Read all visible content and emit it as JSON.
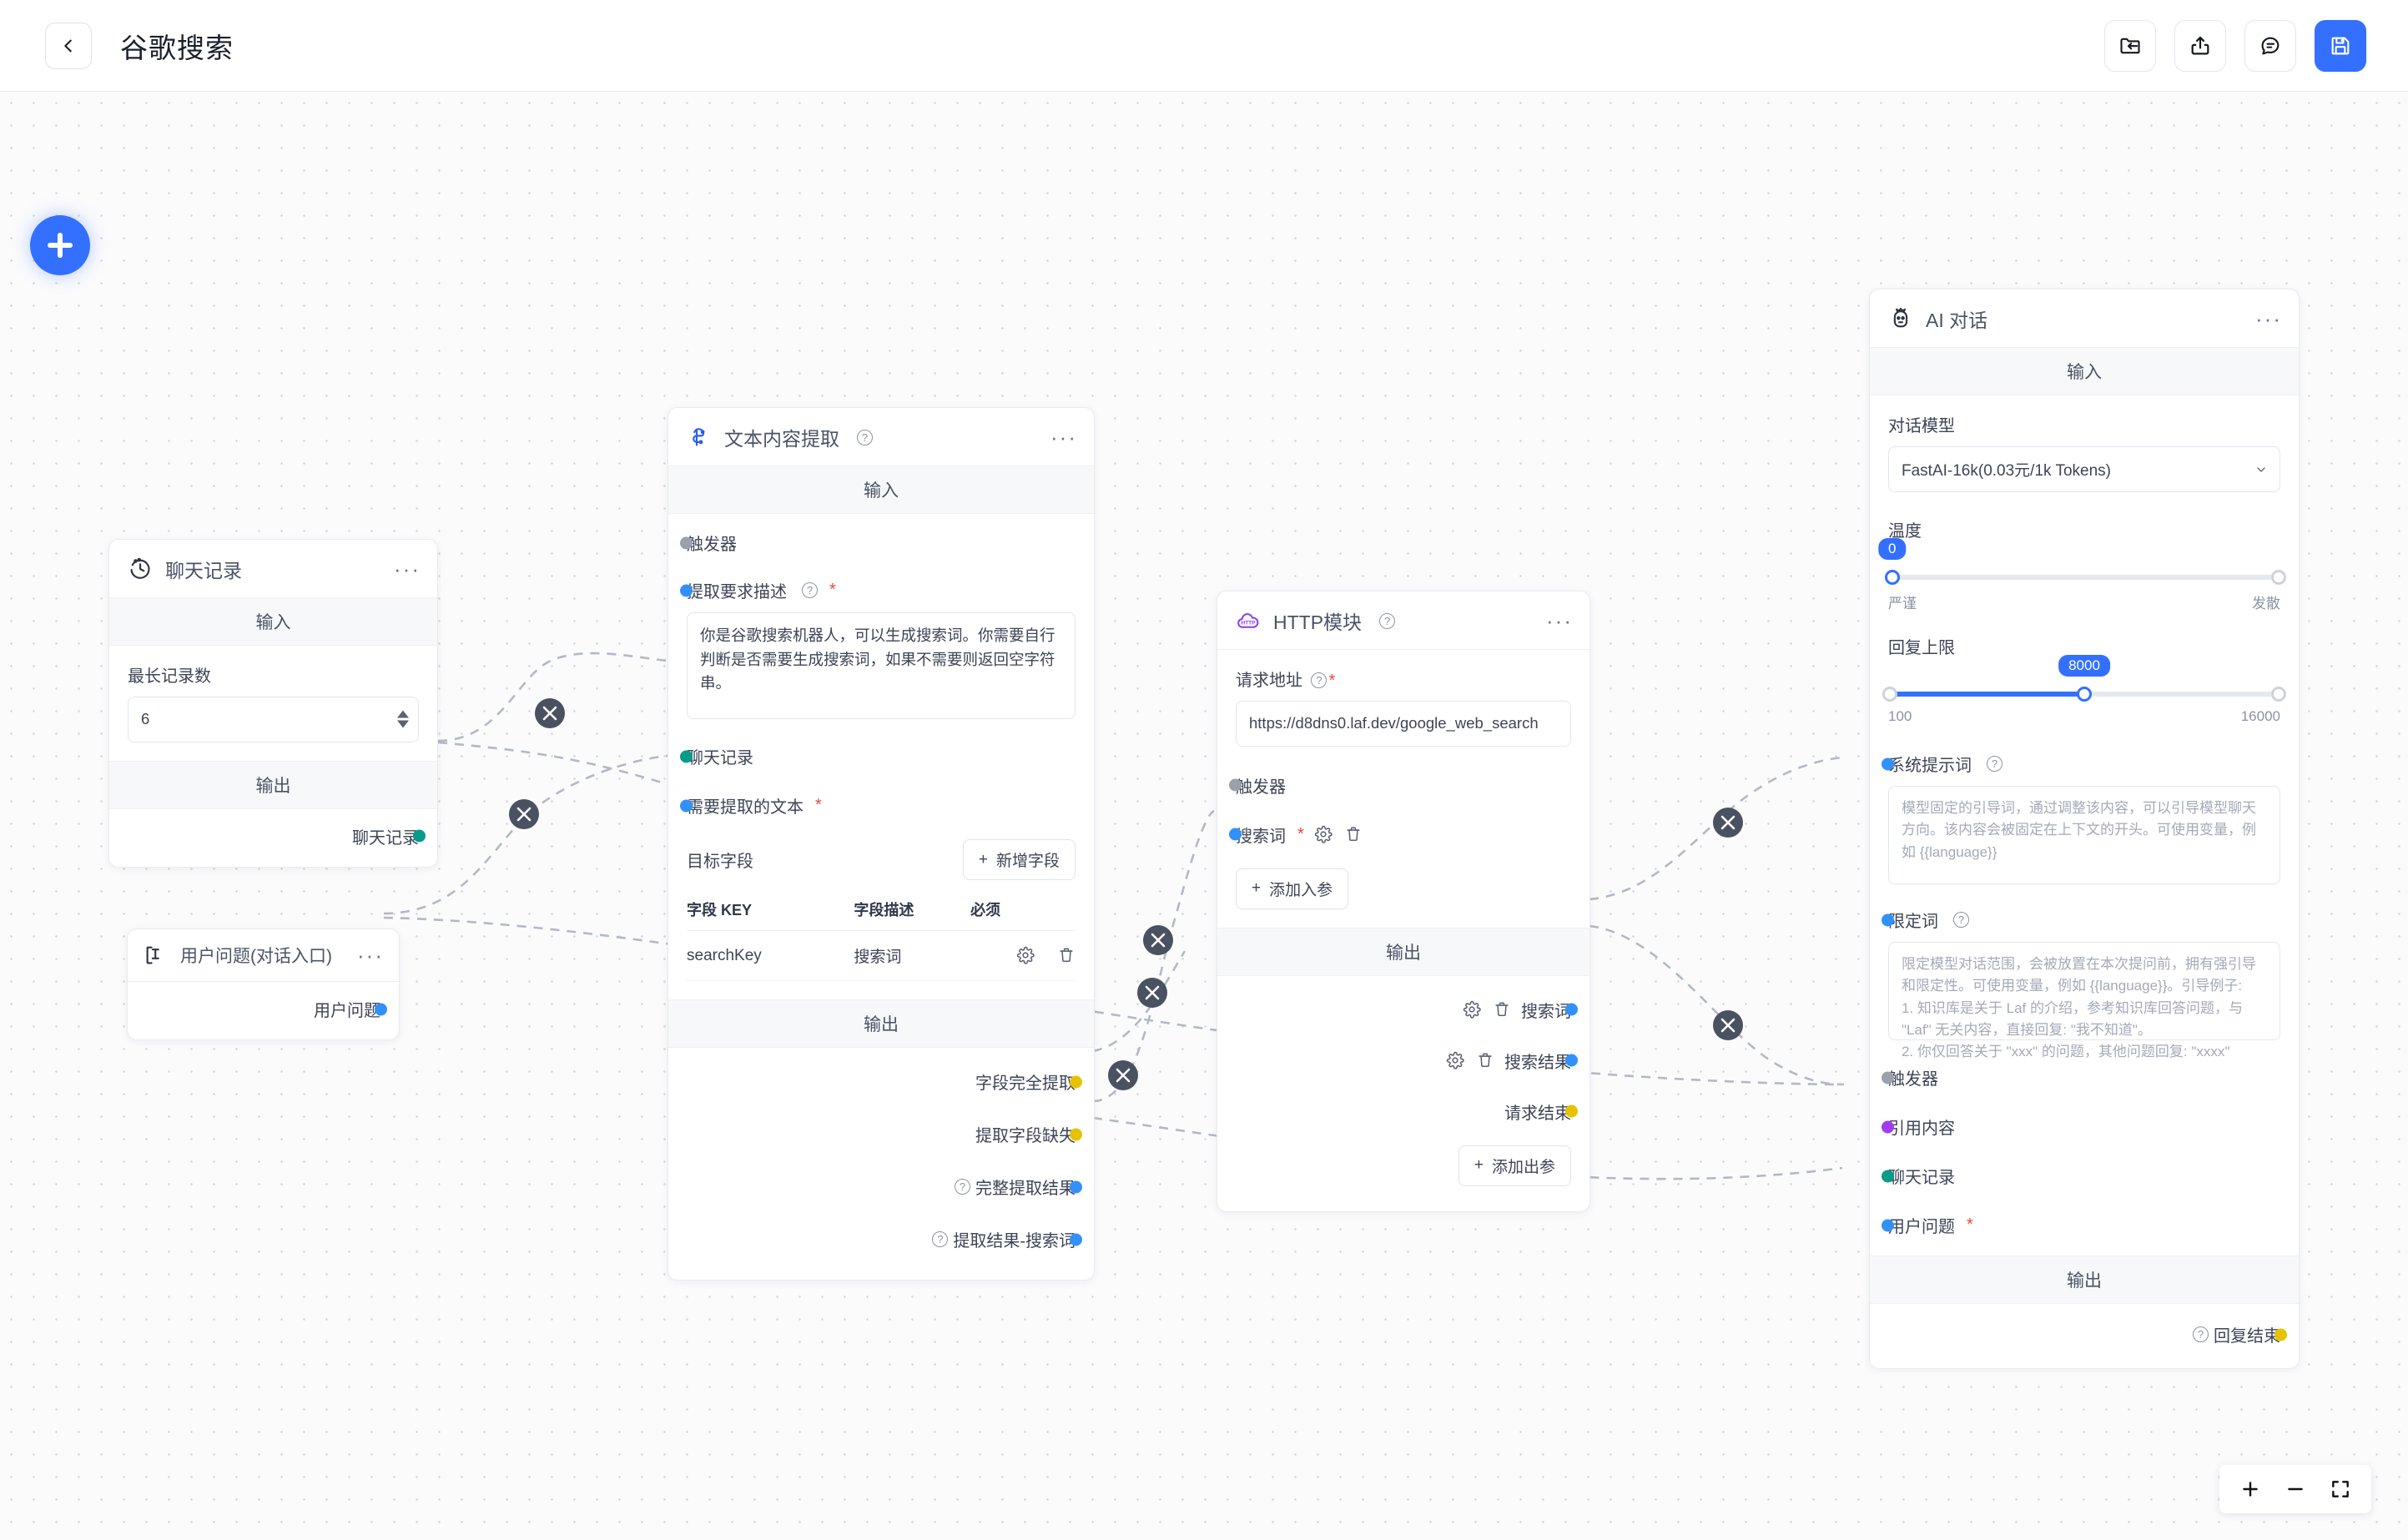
{
  "header": {
    "title": "谷歌搜索",
    "back_icon": "chevron-left-icon",
    "actions": [
      {
        "name": "import-folder-button",
        "icon": "folder-import-icon"
      },
      {
        "name": "export-button",
        "icon": "share-upload-icon"
      },
      {
        "name": "chat-button",
        "icon": "chat-bubble-icon"
      },
      {
        "name": "save-button",
        "icon": "floppy-save-icon"
      }
    ]
  },
  "canvas": {
    "add_button_label": "+",
    "zoom_controls": [
      {
        "name": "zoom-in-button",
        "icon": "plus-icon"
      },
      {
        "name": "zoom-out-button",
        "icon": "minus-icon"
      },
      {
        "name": "fit-view-button",
        "icon": "fit-screen-icon"
      }
    ]
  },
  "labels": {
    "input_section": "输入",
    "output_section": "输出"
  },
  "nodes": {
    "chat_history": {
      "title": "聊天记录",
      "icon": "clock-history-icon",
      "menu": "···",
      "input_section": "输入",
      "max_records_label": "最长记录数",
      "max_records_value": "6",
      "output_section": "输出",
      "output_port_label": "聊天记录"
    },
    "user_question": {
      "title": "用户问题(对话入口)",
      "icon": "text-cursor-icon",
      "menu": "···",
      "output_port_label": "用户问题"
    },
    "text_extract": {
      "title": "文本内容提取",
      "icon": "circuit-chip-icon",
      "menu": "···",
      "input_section": "输入",
      "trigger_label": "触发器",
      "requirement_label": "提取要求描述",
      "requirement_value": "你是谷歌搜索机器人，可以生成搜索词。你需要自行判断是否需要生成搜索词，如果不需要则返回空字符串。",
      "chat_history_label": "聊天记录",
      "source_text_label": "需要提取的文本",
      "target_fields_label": "目标字段",
      "add_field_button": "新增字段",
      "table_headers": [
        "字段 KEY",
        "字段描述",
        "必须"
      ],
      "rows": [
        {
          "key": "searchKey",
          "desc": "搜索词",
          "required": ""
        }
      ],
      "output_section": "输出",
      "outputs": [
        {
          "label": "字段完全提取",
          "color": "yellow",
          "help": false
        },
        {
          "label": "提取字段缺失",
          "color": "yellow",
          "help": false
        },
        {
          "label": "完整提取结果",
          "color": "blue",
          "help": true
        },
        {
          "label": "提取结果-搜索词",
          "color": "blue",
          "help": true
        }
      ]
    },
    "http_module": {
      "title": "HTTP模块",
      "icon": "http-cloud-icon",
      "menu": "···",
      "url_label": "请求地址",
      "url_value": "https://d8dns0.laf.dev/google_web_search",
      "trigger_label": "触发器",
      "param_label": "搜索词",
      "add_param_button": "添加入参",
      "output_section": "输出",
      "outputs": [
        {
          "label": "搜索词",
          "color": "blue",
          "editable": true
        },
        {
          "label": "搜索结果",
          "color": "blue",
          "editable": true
        },
        {
          "label": "请求结束",
          "color": "yellow",
          "editable": false
        }
      ],
      "add_output_button": "添加出参"
    },
    "ai_chat": {
      "title": "AI 对话",
      "icon": "robot-icon",
      "menu": "···",
      "input_section": "输入",
      "model_label": "对话模型",
      "model_value": "FastAI-16k(0.03元/1k Tokens)",
      "temperature_label": "温度",
      "temperature_value": "0",
      "temperature_min_label": "严谨",
      "temperature_max_label": "发散",
      "max_tokens_label": "回复上限",
      "max_tokens_value": "8000",
      "max_tokens_min": "100",
      "max_tokens_max": "16000",
      "system_prompt_label": "系统提示词",
      "system_prompt_placeholder": "模型固定的引导词，通过调整该内容，可以引导模型聊天方向。该内容会被固定在上下文的开头。可使用变量，例如 {{language}}",
      "qualifier_label": "限定词",
      "qualifier_placeholder": "限定模型对话范围，会被放置在本次提问前，拥有强引导和限定性。可使用变量，例如 {{language}}。引导例子:\n1. 知识库是关于 Laf 的介绍，参考知识库回答问题，与 \"Laf\" 无关内容，直接回复: \"我不知道\"。\n2. 你仅回答关于 \"xxx\" 的问题，其他问题回复: \"xxxx\"",
      "inputs": [
        {
          "label": "触发器",
          "color": "grey",
          "required": false
        },
        {
          "label": "引用内容",
          "color": "purple",
          "required": false
        },
        {
          "label": "聊天记录",
          "color": "teal",
          "required": false
        },
        {
          "label": "用户问题",
          "color": "blue",
          "required": true
        }
      ],
      "output_section": "输出",
      "outputs": [
        {
          "label": "回复结束",
          "color": "yellow",
          "help": true
        }
      ]
    }
  },
  "colors": {
    "accent": "#3370ff",
    "port_blue": "#3291f8",
    "port_teal": "#079b8a",
    "port_yellow": "#e7c200",
    "port_grey": "#9aa1ad",
    "port_purple": "#a33bf0",
    "required_red": "#f04438"
  }
}
